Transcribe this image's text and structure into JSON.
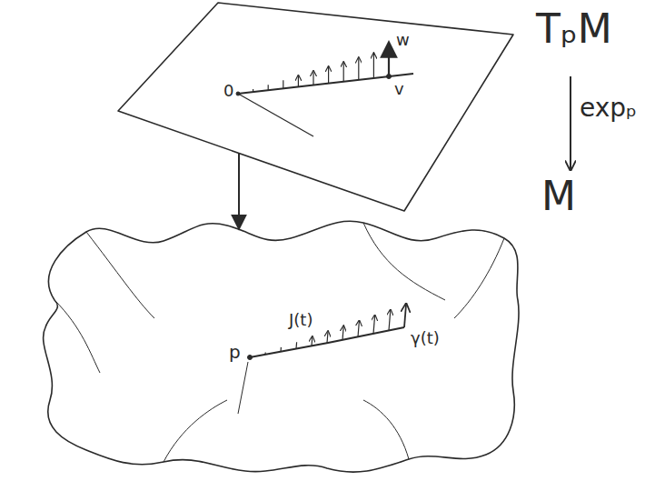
{
  "diagram": {
    "nodes": [
      {
        "text": [
          "0",
          "v",
          "w"
        ]
      },
      {
        "text": [
          "p",
          "J(t)",
          "γ(t)"
        ]
      }
    ],
    "edges": [
      {
        "from": 0,
        "to": 1,
        "arrow": "to"
      }
    ],
    "labels": [
      "TₚM",
      "expₚ",
      "M"
    ]
  }
}
